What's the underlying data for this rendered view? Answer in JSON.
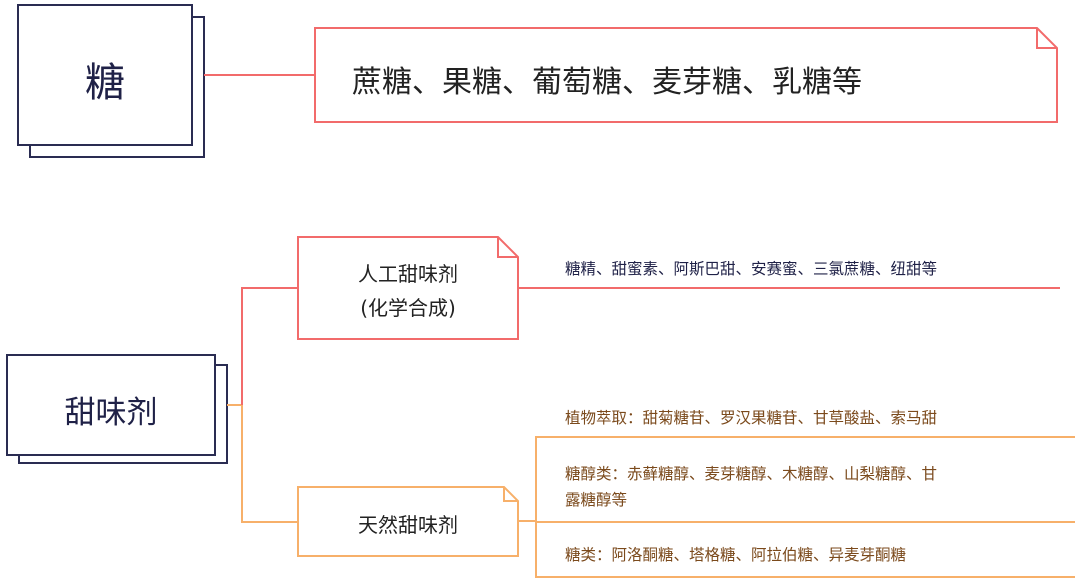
{
  "colors": {
    "navy": "#2a2c52",
    "red": "#f26b6b",
    "orange": "#f7b06a",
    "brown": "#7b4a1c"
  },
  "sugar": {
    "title": "糖",
    "detail": "蔗糖、果糖、葡萄糖、麦芽糖、乳糖等"
  },
  "sweetener": {
    "title": "甜味剂",
    "artificial": {
      "line1": "人工甜味剂",
      "line2": "(化学合成)",
      "detail": "糖精、甜蜜素、阿斯巴甜、安赛蜜、三氯蔗糖、纽甜等"
    },
    "natural": {
      "title": "天然甜味剂",
      "items": [
        "植物萃取：甜菊糖苷、罗汉果糖苷、甘草酸盐、索马甜",
        "糖醇类：赤藓糖醇、麦芽糖醇、木糖醇、山梨糖醇、甘",
        "露糖醇等",
        "糖类：阿洛酮糖、塔格糖、阿拉伯糖、异麦芽酮糖"
      ]
    }
  }
}
